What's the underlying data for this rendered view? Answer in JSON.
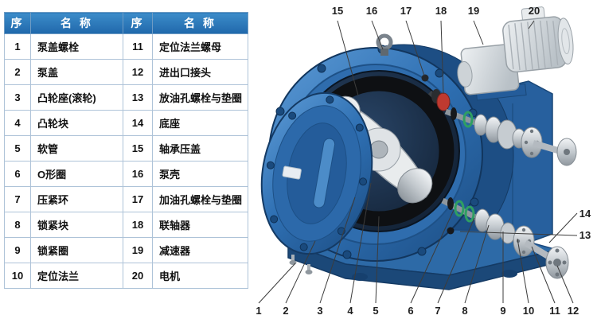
{
  "table": {
    "headers": [
      "序",
      "名 称",
      "序",
      "名 称"
    ],
    "rows": [
      [
        "1",
        "泵盖螺栓",
        "11",
        "定位法兰螺母"
      ],
      [
        "2",
        "泵盖",
        "12",
        "进出口接头"
      ],
      [
        "3",
        "凸轮座(滚轮)",
        "13",
        "放油孔螺栓与垫圈"
      ],
      [
        "4",
        "凸轮块",
        "14",
        "底座"
      ],
      [
        "5",
        "软管",
        "15",
        "轴承压盖"
      ],
      [
        "6",
        "O形圈",
        "16",
        "泵壳"
      ],
      [
        "7",
        "压紧环",
        "17",
        "加油孔螺栓与垫圈"
      ],
      [
        "8",
        "锁紧块",
        "18",
        "联轴器"
      ],
      [
        "9",
        "锁紧圈",
        "19",
        "减速器"
      ],
      [
        "10",
        "定位法兰",
        "20",
        "电机"
      ]
    ]
  },
  "diagram": {
    "callouts_top": [
      "15",
      "16",
      "17",
      "18",
      "19",
      "20"
    ],
    "callouts_bottom": [
      "1",
      "2",
      "3",
      "4",
      "5",
      "6",
      "7",
      "8",
      "9",
      "10",
      "11",
      "12"
    ],
    "callouts_right": [
      "14",
      "13"
    ],
    "colors": {
      "header_blue": "#2068ab",
      "pump_blue": "#2e6fb2",
      "pump_blue_dark": "#1c4d83",
      "interior_navy": "#0c1828",
      "metal_gray": "#c3c9ce",
      "seal_green": "#2f9e63",
      "coupling_red": "#bf3a30",
      "hose_black": "#0e1013"
    }
  }
}
